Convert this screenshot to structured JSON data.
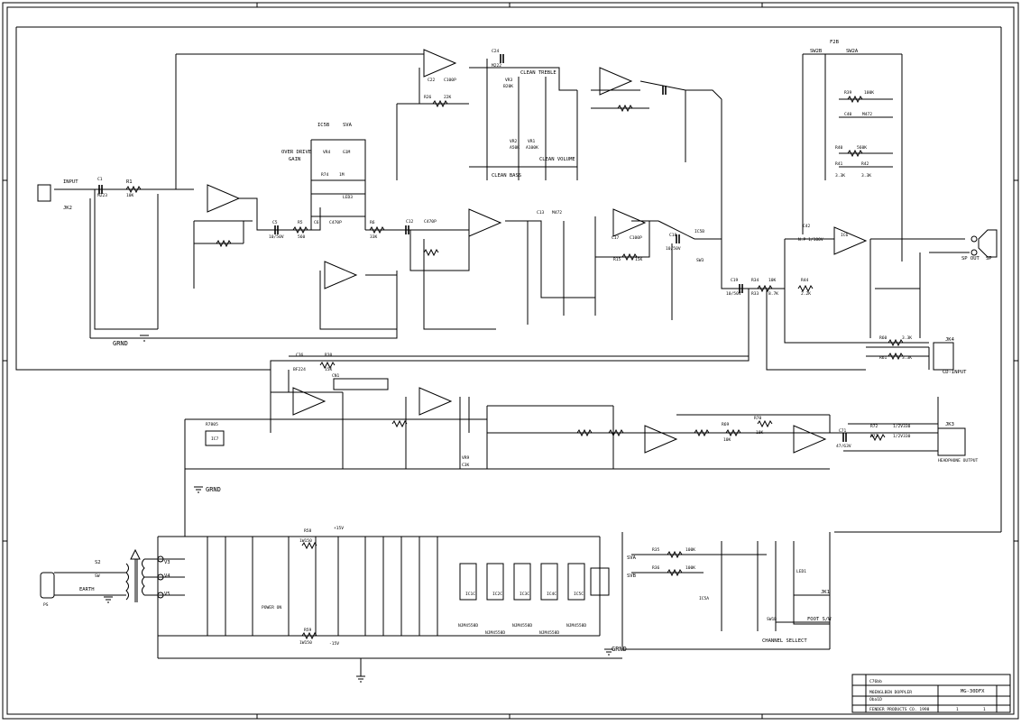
{
  "title_block": {
    "model": "MG-30DFX",
    "row1": "C76bb",
    "row2a": "M6ENGLBEN DOPPLER",
    "row2b": "Oba1D",
    "company": "FENDER PRODUCTS CO. 1998",
    "sheet": "1",
    "of": "1"
  },
  "sections": {
    "input": {
      "label": "INPUT",
      "jack": "JK2",
      "r1": "R1",
      "r1v": "10K",
      "c1": "C1",
      "c1v": "M223",
      "grnd": "GRND"
    },
    "overdrive": {
      "ic": "IC5B",
      "sv": "SVA",
      "label1": "OVER DRIVE",
      "label2": "GAIN",
      "vr": "VR4",
      "vrv": "G1M",
      "r74": "R74",
      "r74v": "1M",
      "led": "LED3",
      "c6": "C6",
      "c6v": "C470P",
      "r5": "R5",
      "r5v": "560",
      "r6": "R6",
      "r6v": "33K",
      "c5": "C5",
      "c5v": "10/50V"
    },
    "clean": {
      "treble": "CLEAN TREBLE",
      "vr3": "VR3",
      "vr3v": "B20K",
      "bass": "CLEAN BASS",
      "volume": "CLEAN VOLUME",
      "vr2": "VR2",
      "vr2v": "A50K",
      "vr1": "VR1",
      "vr1v": "A100K",
      "c24": "C24",
      "c24v": "M222",
      "c22": "C22",
      "c22v": "C100P",
      "r26": "R26",
      "r26v": "22K"
    },
    "mid": {
      "c12": "C12",
      "c12v": "C470P",
      "c13": "C13",
      "c13v": "M472",
      "c17": "C17",
      "c17v": "C100P",
      "r15": "R15",
      "r15v": "15K",
      "c18": "C18",
      "c18v": "10/50V",
      "ic": "IC5B",
      "sw": "SW3"
    },
    "power_amp": {
      "c42": "C42",
      "c42v": "N.P 1/100V",
      "ic": "IC6",
      "r44": "R44",
      "r44v": "2.2K",
      "r34": "R34",
      "r34v": "10K",
      "r33": "R33",
      "r33v": "8.7K",
      "c19": "C19",
      "c19v": "10/50V",
      "out": "SP OUT",
      "sp": "SP"
    },
    "aux": {
      "jk4": "JK4",
      "cd": "CD-INPUT",
      "r60": "R60",
      "r60v": "3.3K",
      "r61": "R61",
      "r61v": "3.3K",
      "jk3": "JK3",
      "hp": "HEADPHONE OUTPUT",
      "r72": "R72",
      "r72v": "1/2V330",
      "r73": "R73",
      "r73v": "1/2V330",
      "c71": "C71",
      "c71v": "47/63V"
    },
    "mid2": {
      "r30": "R30",
      "r30v": "15K",
      "c36": "C36",
      "c36v": "BF224",
      "cn1": "CN1",
      "vr9": "VR9",
      "vr9v": "C3K",
      "r69": "R69",
      "r69v": "10K",
      "r70": "R70",
      "r70v": "10K"
    },
    "psu": {
      "grnd": "GRND",
      "ic7": "IC7",
      "reg": "R7805",
      "ps": "PS",
      "s2": "S2",
      "sw": "SW",
      "earth": "EARTH",
      "pwr": "POWER ON",
      "plus": "+15V",
      "minus": "-15V",
      "r58": "R58",
      "r58v": "1W150",
      "r59": "R59",
      "r59v": "1W150",
      "v3": "V3",
      "v4": "V4",
      "v5": "V5"
    },
    "footsw": {
      "jk1": "JK1",
      "foot": "FOOT S/W",
      "channel": "CHANNEL SELLECT",
      "sw1b": "SW1B",
      "led1": "LED1",
      "r35": "R35",
      "r35v": "100K",
      "r36": "R36",
      "r36v": "100K",
      "sva": "SVA",
      "svb": "SVB",
      "ic5a": "IC5A",
      "grnd": "GRND"
    },
    "ics": [
      "NJM4558D",
      "NJM4558D",
      "NJM4558D",
      "NJM4558D",
      "NJM4558D"
    ],
    "ic_labels": [
      "IC1C",
      "IC2C",
      "IC3C",
      "IC4C",
      "IC5C"
    ],
    "sw2": {
      "sw2b": "SW2B",
      "sw2a": "SW2A",
      "f2b": "F2B",
      "r39": "R39",
      "r39v": "100K",
      "c40": "C40",
      "c40v": "M472",
      "r40": "R40",
      "r40v": "560K",
      "r41": "R41",
      "r41v": "3.3K",
      "r42": "R42",
      "r42v": "3.3K"
    }
  }
}
